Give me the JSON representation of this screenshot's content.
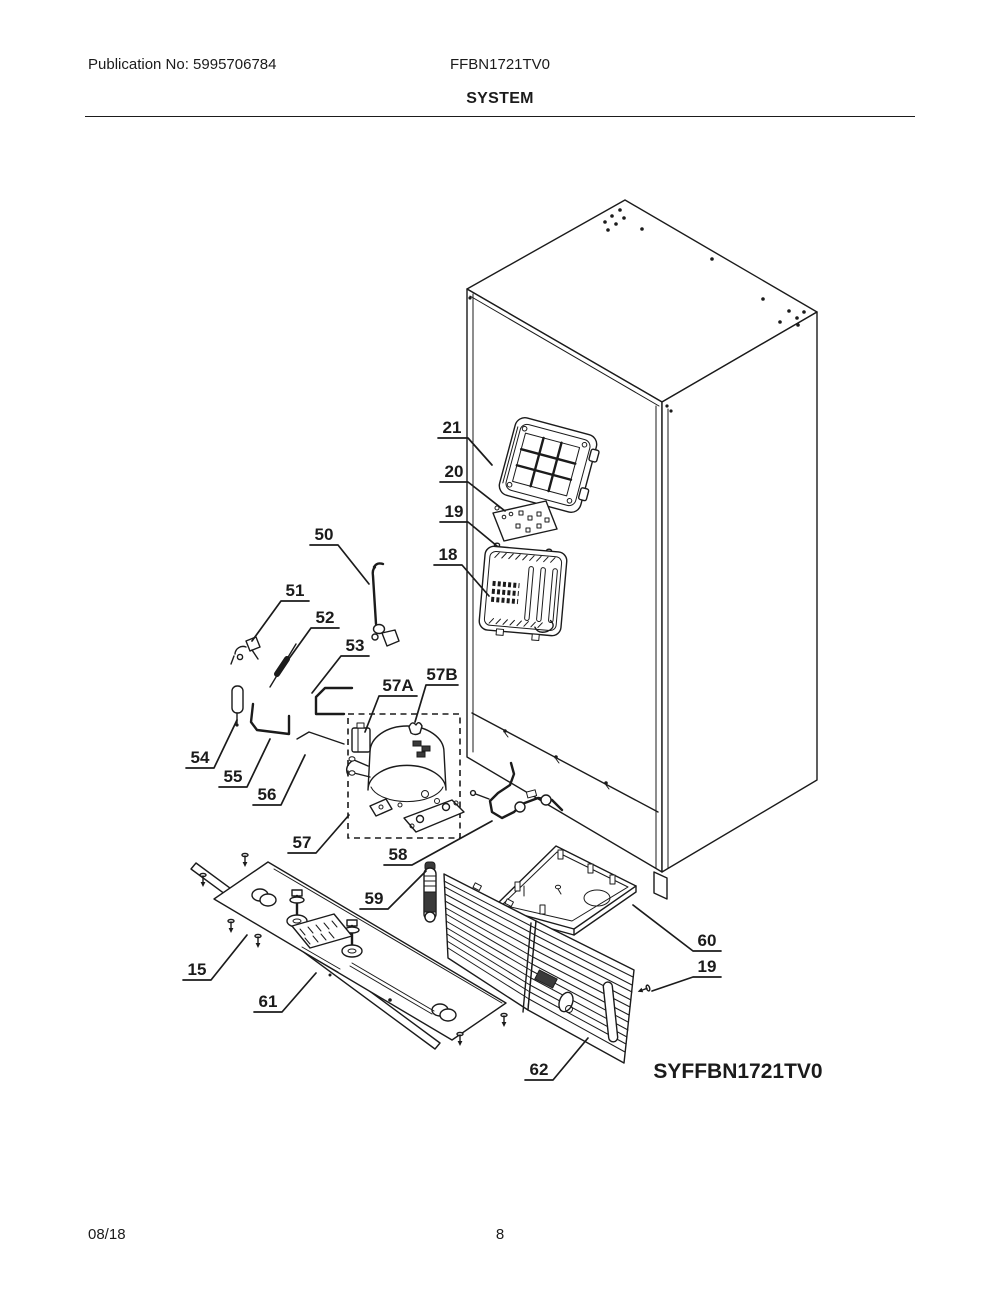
{
  "page": {
    "publication_no": "Publication No: 5995706784",
    "model_number": "FFBN1721TV0",
    "section_title": "SYSTEM",
    "assembly_code": "SYFFBN1721TV0",
    "date_code": "08/18",
    "page_number": "8"
  },
  "callouts": [
    {
      "label": "21"
    },
    {
      "label": "20"
    },
    {
      "label": "19"
    },
    {
      "label": "18"
    },
    {
      "label": "50"
    },
    {
      "label": "51"
    },
    {
      "label": "52"
    },
    {
      "label": "53"
    },
    {
      "label": "54"
    },
    {
      "label": "55"
    },
    {
      "label": "56"
    },
    {
      "label": "57A"
    },
    {
      "label": "57B"
    },
    {
      "label": "57"
    },
    {
      "label": "58"
    },
    {
      "label": "59"
    },
    {
      "label": "60"
    },
    {
      "label": "19"
    },
    {
      "label": "15"
    },
    {
      "label": "61"
    },
    {
      "label": "62"
    }
  ]
}
